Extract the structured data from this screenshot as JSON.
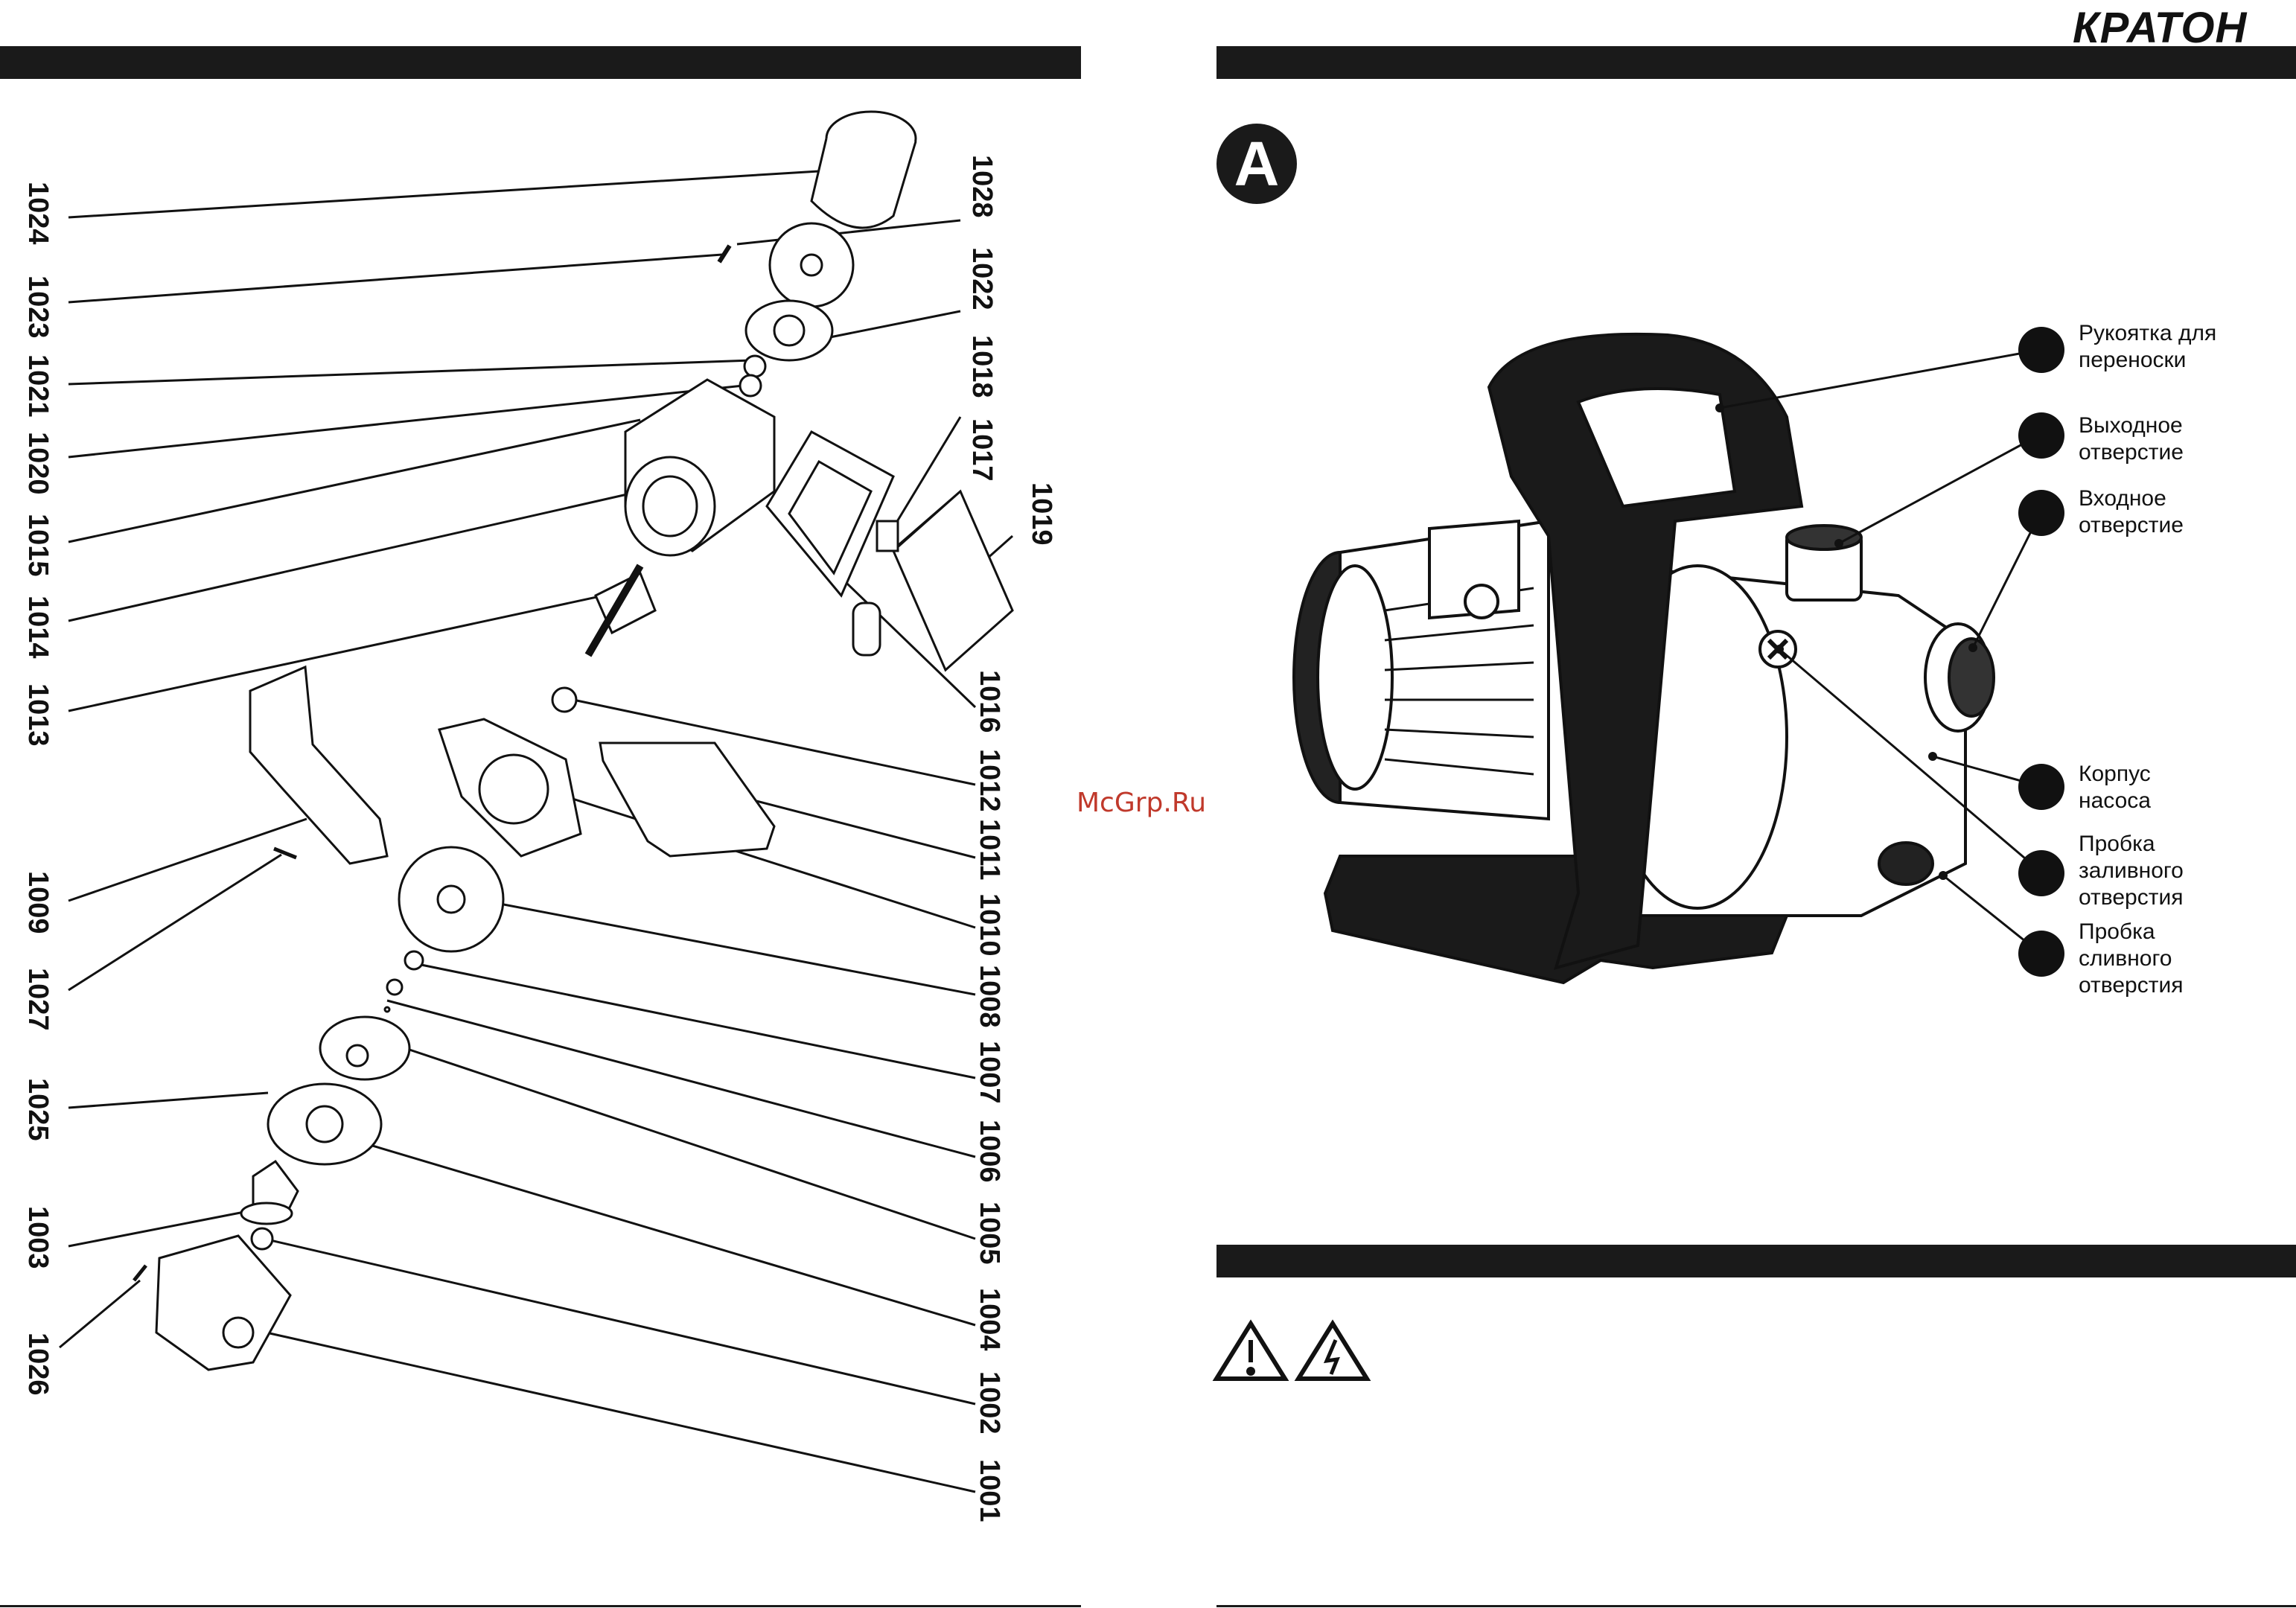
{
  "brand": {
    "logo_text": "КРАТОН"
  },
  "watermark": "McGrp.Ru",
  "section_badge": "A",
  "exploded_parts": {
    "left_labels": [
      "1024",
      "1023",
      "1021",
      "1020",
      "1015",
      "1014",
      "1013",
      "1009",
      "1027",
      "1025",
      "1003",
      "1026"
    ],
    "right_labels": [
      "1028",
      "1022",
      "1018",
      "1017",
      "1019",
      "1016",
      "1012",
      "1011",
      "1010",
      "1008",
      "1007",
      "1006",
      "1005",
      "1004",
      "1002",
      "1001"
    ]
  },
  "pump_callouts": [
    {
      "id": "handle",
      "text": "Рукоятка для\nпереноски"
    },
    {
      "id": "outlet",
      "text": "Выходное\nотверстие"
    },
    {
      "id": "inlet",
      "text": "Входное\nотверстие"
    },
    {
      "id": "housing",
      "text": "Корпус\nнасоса"
    },
    {
      "id": "fill-plug",
      "text": "Пробка\nзаливного\nотверстия"
    },
    {
      "id": "drain-plug",
      "text": "Пробка\nсливного\nотверстия"
    }
  ],
  "warning_icons": [
    "warning-exclamation-icon",
    "electrical-hazard-icon"
  ]
}
